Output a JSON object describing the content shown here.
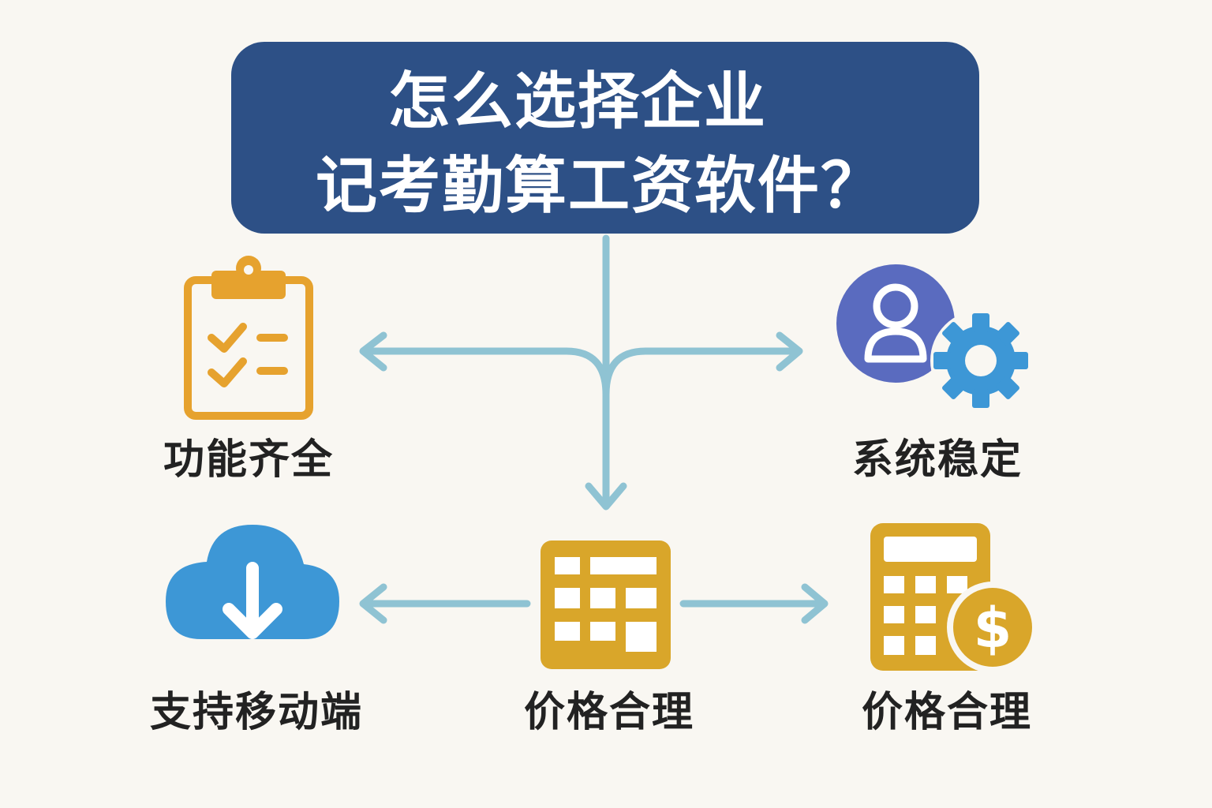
{
  "title": {
    "line1": "怎么选择企业",
    "line2": "记考勤算工资软件？"
  },
  "nodes": [
    {
      "label": "功能齐全",
      "icon": "clipboard-checklist-icon"
    },
    {
      "label": "系统稳定",
      "icon": "user-gear-icon"
    },
    {
      "label": "支持移动端",
      "icon": "cloud-download-icon"
    },
    {
      "label": "价格合理",
      "icon": "table-grid-icon"
    },
    {
      "label": "价格合理",
      "icon": "calculator-dollar-icon"
    }
  ],
  "colors": {
    "background": "#f9f7f2",
    "title_box": "#2d5086",
    "arrow": "#8fc3d3",
    "orange": "#e6a22e",
    "purple": "#5a6bbf",
    "blue": "#3d97d6",
    "gold": "#d9a62a"
  }
}
